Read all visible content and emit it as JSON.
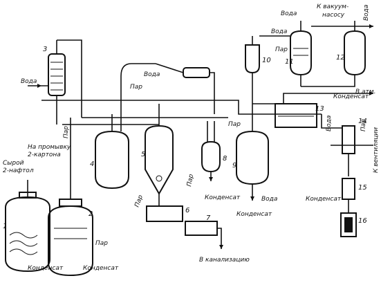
{
  "equipment_numbers": [
    "1",
    "2",
    "3",
    "4",
    "5",
    "6",
    "7",
    "8",
    "9",
    "10",
    "11",
    "12",
    "13",
    "14",
    "15",
    "16"
  ],
  "labels": {
    "voda": "Вода",
    "par": "Пар",
    "kondensat": "Конденсат",
    "na_promyvku_line1": "На промывку",
    "na_promyvku_line2": "2-картона",
    "syroy_line1": "Сырой",
    "syroy_line2": "2-нафтол",
    "v_kanalizatsiyu": "В канализацию",
    "k_vakuum_line1": "К вакуум-",
    "k_vakuum_line2": "насосу",
    "v_atm": "В атм.",
    "k_bentilyatsii": "К вентиляции"
  }
}
